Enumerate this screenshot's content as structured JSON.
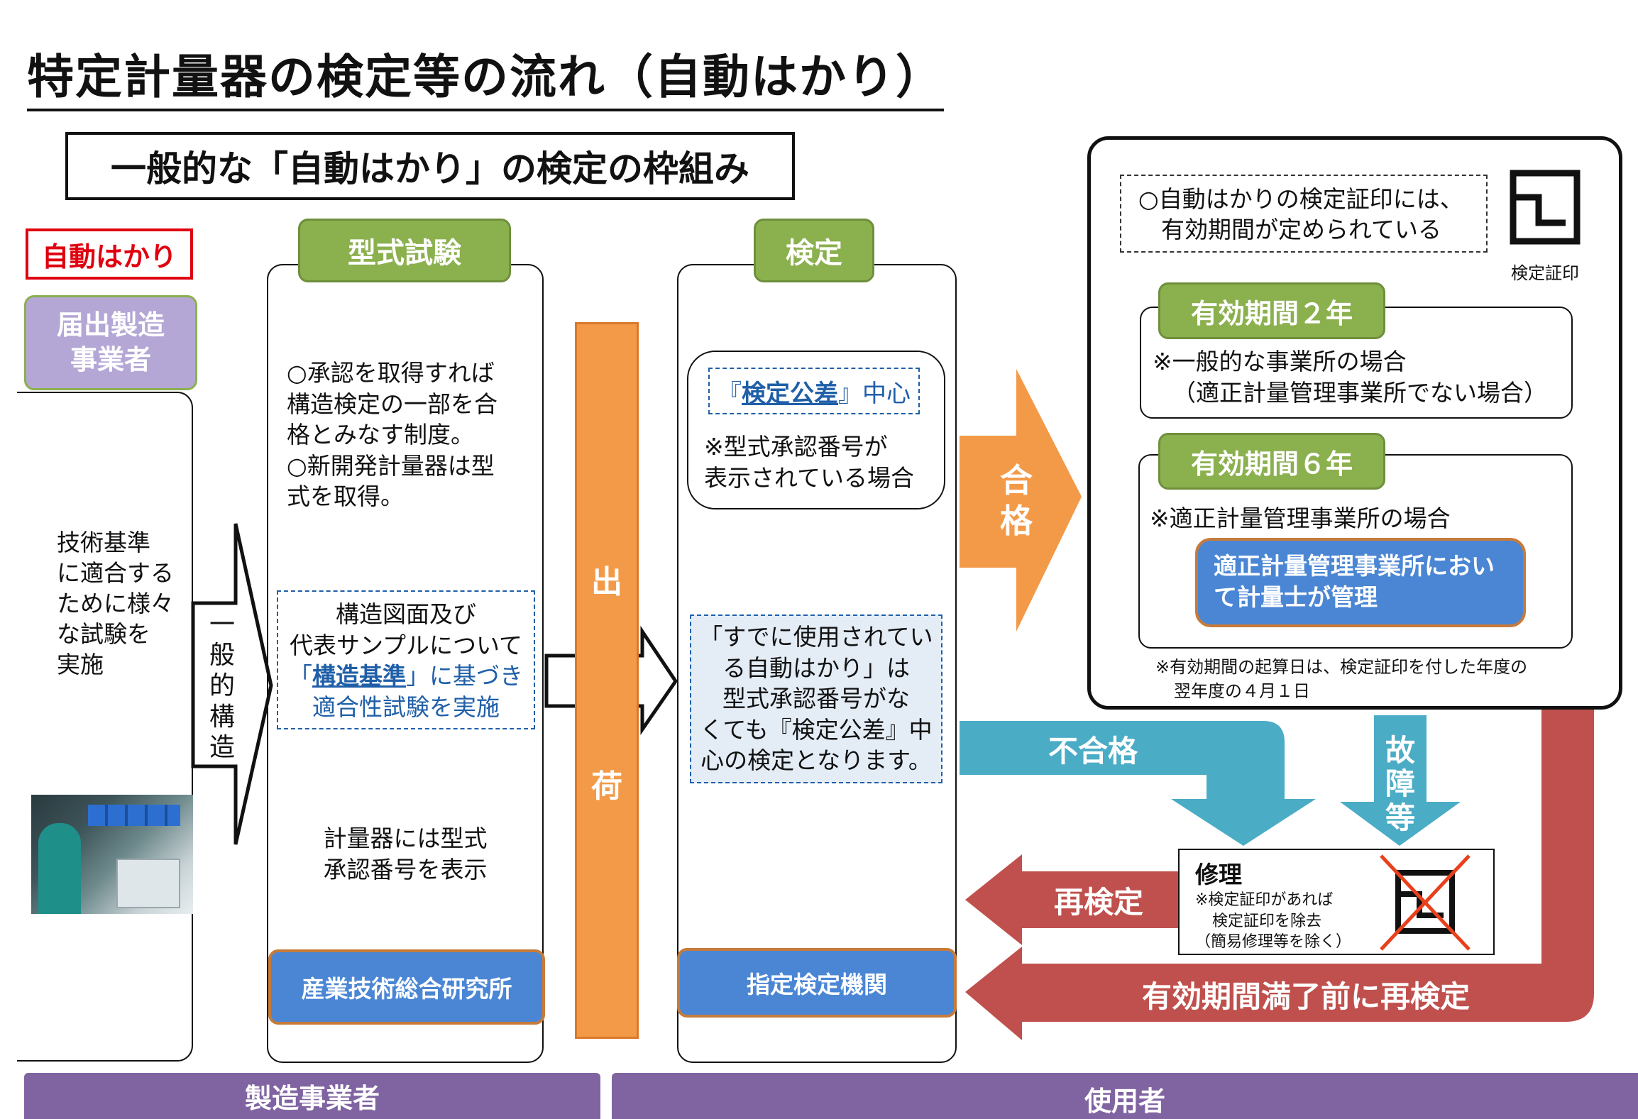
{
  "title": "特定計量器の検定等の流れ（自動はかり）",
  "framework_heading": "一般的な「自動はかり」の検定の枠組み",
  "left": {
    "tag": "自動はかり",
    "manufacturer_label": "届出製造\n事業者",
    "test_desc": "技術基準\nに適合する\nために様々\nな試験を\n実施",
    "general_structure_label": "一\n般\n的\n構\n造",
    "photo_alt": "試験作業の写真"
  },
  "type_test": {
    "header": "型式試験",
    "text1": "○承認を取得すれば\n構造検定の一部を合\n格とみなす制度。\n○新開発計量器は型\n式を取得。",
    "box_line1": "構造図面及び",
    "box_line2": "代表サンプルについて",
    "box_line3_pre": "「",
    "box_line3_em": "構造基準",
    "box_line3_post": "」に基づき",
    "box_line4": "適合性試験を実施",
    "text2": "計量器には型式\n承認番号を表示",
    "org": "産業技術総合研究所"
  },
  "shipping": {
    "char1": "出",
    "char2": "荷"
  },
  "verification": {
    "header": "検定",
    "focus_pre": "『",
    "focus_em": "検定公差",
    "focus_post": "』中心",
    "note": "※型式承認番号が\n表示されている場合",
    "box_text": "「すでに使用されてい\nる自動はかり」は\n型式承認番号がな\nくても『検定公差』中\n心の検定となります。",
    "org": "指定検定機関"
  },
  "pass_label": "合\n格",
  "validity": {
    "note_line1": "○自動はかりの検定証印には、",
    "note_line2": "有効期間が定められている",
    "stamp_label": "検定証印",
    "two_year": {
      "header": "有効期間２年",
      "text_line1": "※一般的な事業所の場合",
      "text_line2": "（適正計量管理事業所でない場合）"
    },
    "six_year": {
      "header": "有効期間６年",
      "text": "※適正計量管理事業所の場合",
      "box": "適正計量管理事業所におい\nて計量士が管理"
    },
    "footnote_line1": "※有効期間の起算日は、検定証印を付した年度の",
    "footnote_line2": "翌年度の４月１日"
  },
  "fail_label": "不合格",
  "fault_label": "故\n障\n等",
  "repair": {
    "title": "修理",
    "line1": "※検定証印があれば",
    "line2": "検定証印を除去",
    "line3": "（簡易修理等を除く）"
  },
  "reverify_label": "再検定",
  "expiry_label": "有効期間満了前に再検定",
  "bottom": {
    "manufacturer": "製造事業者",
    "user": "使用者"
  },
  "colors": {
    "green": "#8BB04E",
    "purple": "#8064A2",
    "lavender": "#B4A7D6",
    "orange": "#F39A48",
    "teal": "#4BACC6",
    "red": "#C0504D",
    "blue": "#4A86D4",
    "tag_red": "#E0000F",
    "link_blue": "#1F5FA8"
  }
}
